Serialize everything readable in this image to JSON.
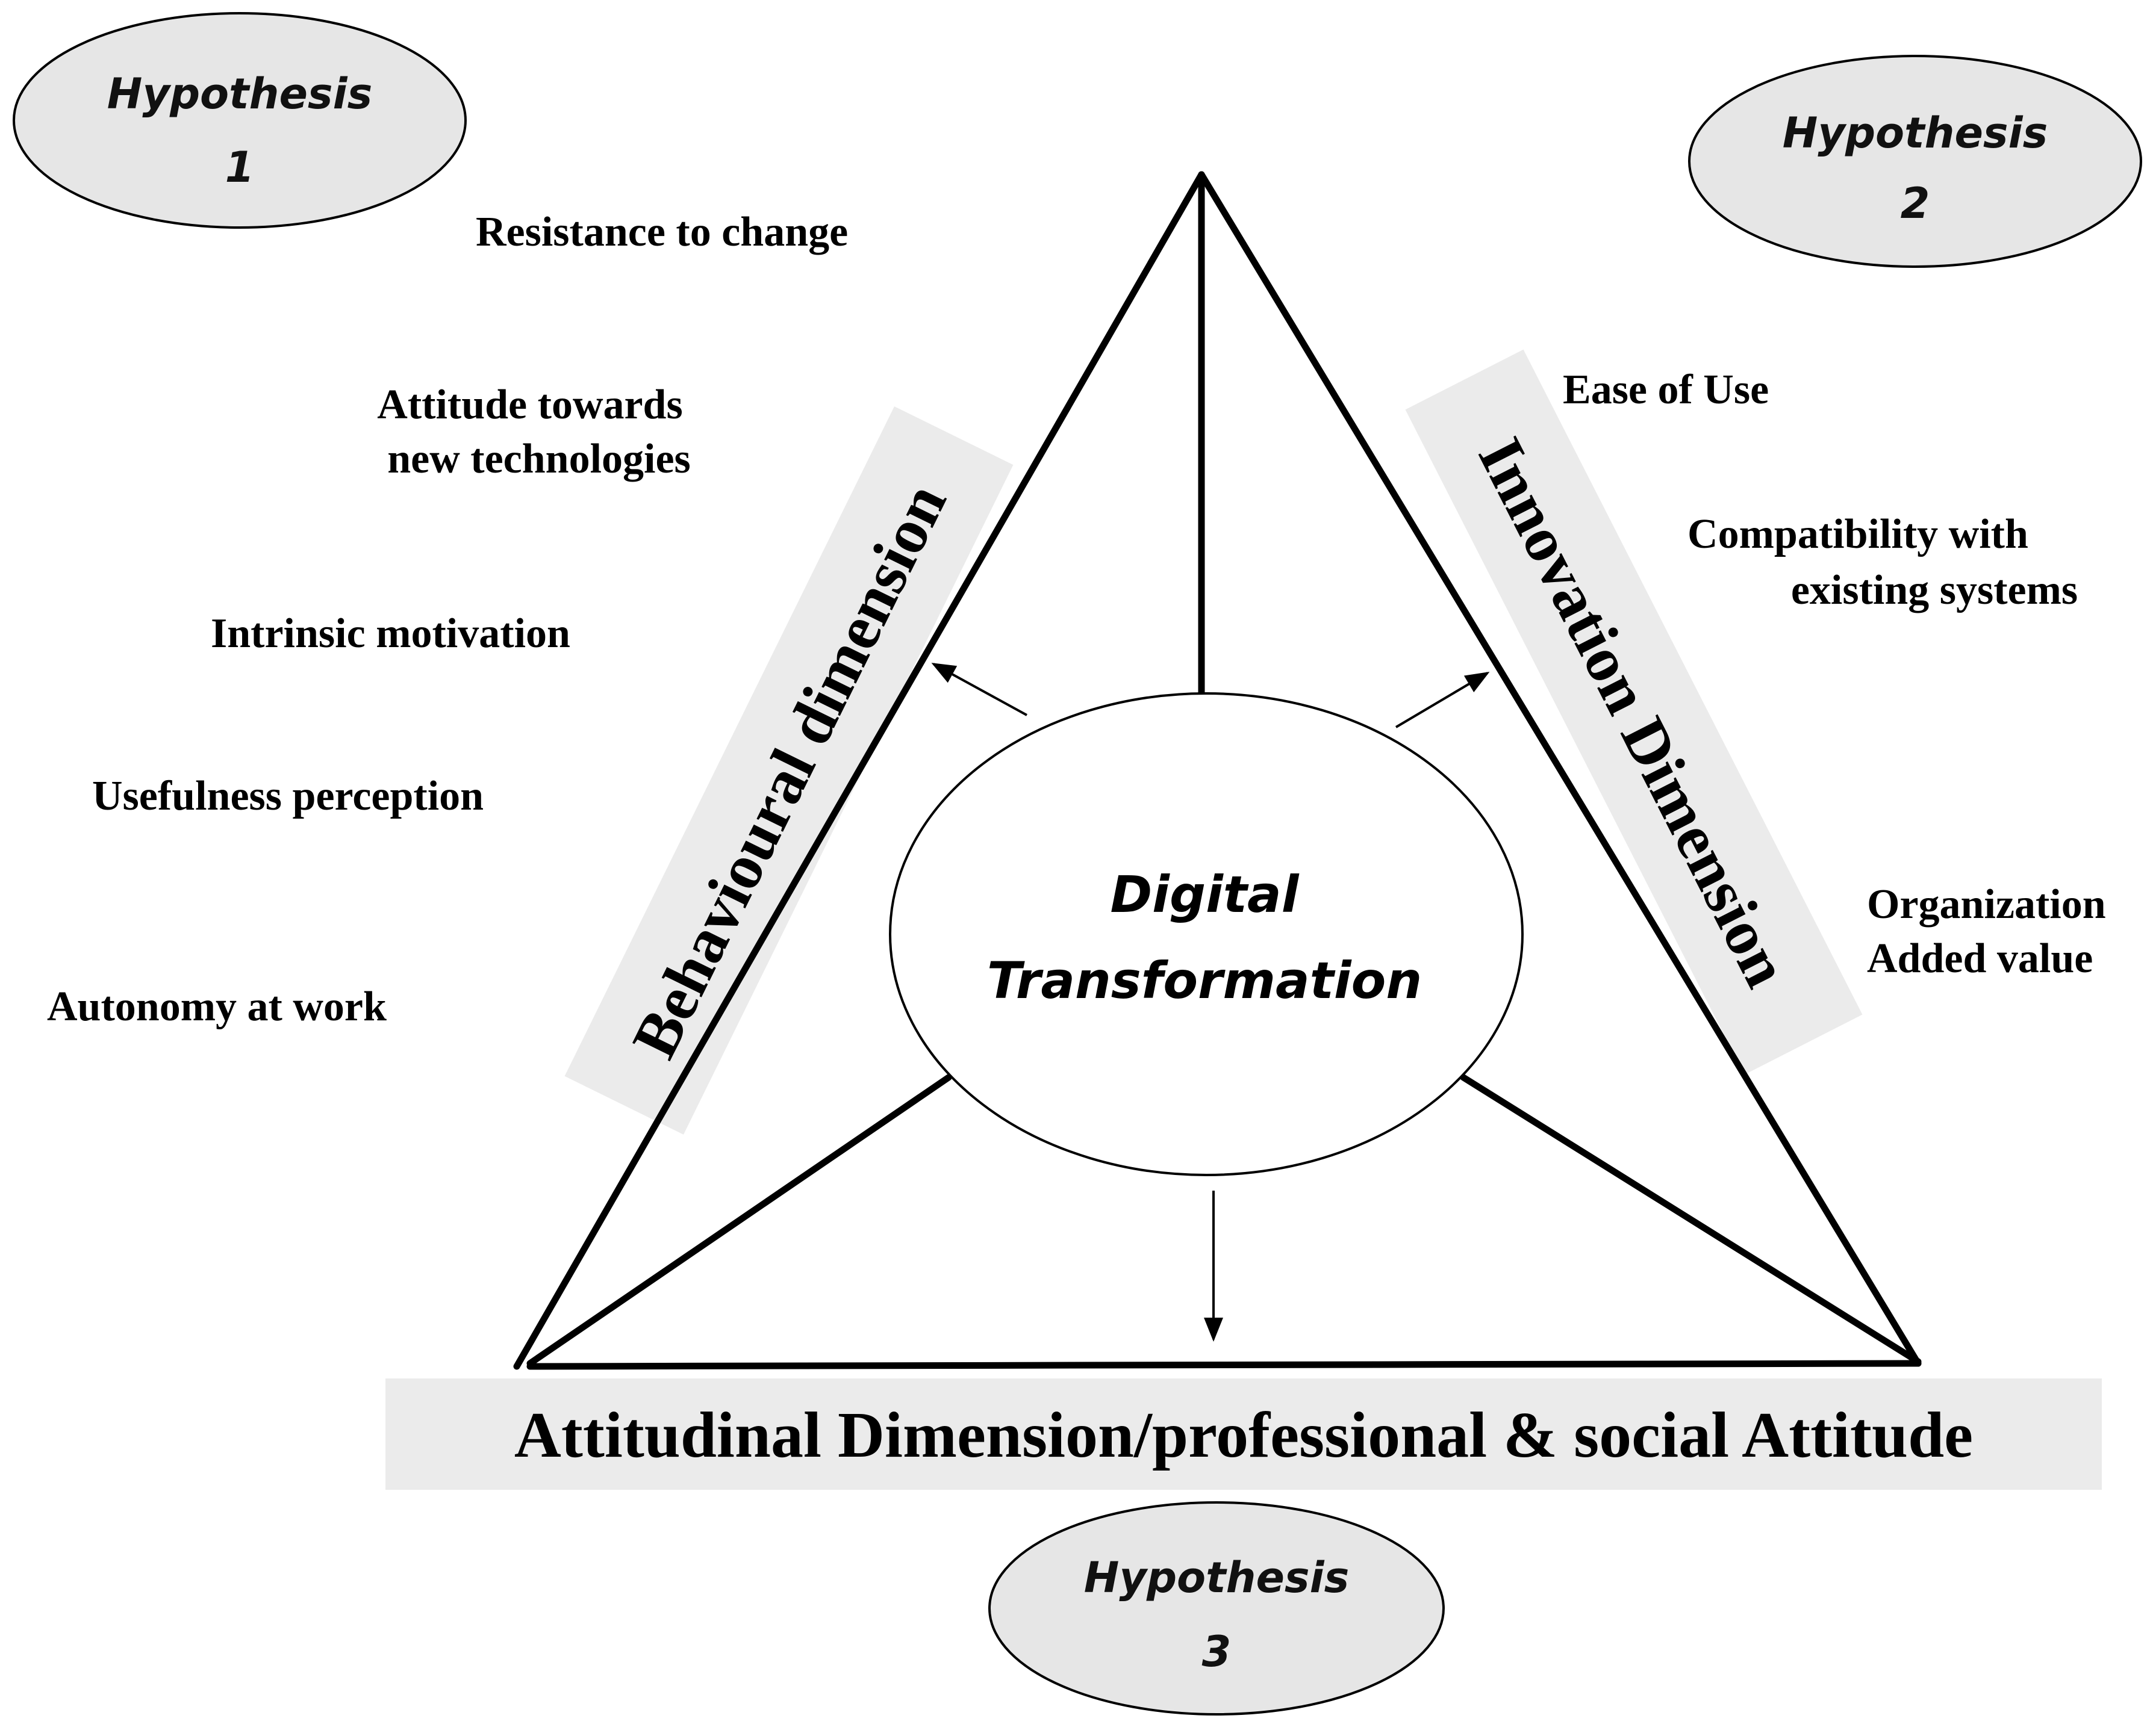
{
  "hypotheses": [
    {
      "line1": "Hypothesis",
      "line2": "1"
    },
    {
      "line1": "Hypothesis",
      "line2": "2"
    },
    {
      "line1": "Hypothesis",
      "line2": "3"
    }
  ],
  "behavioural": {
    "label": "Behavioural dimension",
    "factors": [
      {
        "line1": "Resistance to change"
      },
      {
        "line1": "Attitude towards",
        "line2": "new technologies"
      },
      {
        "line1": "Intrinsic motivation"
      },
      {
        "line1": "Usefulness perception"
      },
      {
        "line1": "Autonomy at work"
      }
    ]
  },
  "innovation": {
    "label": "Innovation Dimension",
    "factors": [
      {
        "line1": "Ease of Use"
      },
      {
        "line1": "Compatibility with",
        "line2": "existing systems"
      },
      {
        "line1": "Organization",
        "line2": "Added value"
      }
    ]
  },
  "attitudinal": {
    "label": "Attitudinal Dimension/professional & social Attitude"
  },
  "center": {
    "line1": "Digital",
    "line2": "Transformation"
  }
}
